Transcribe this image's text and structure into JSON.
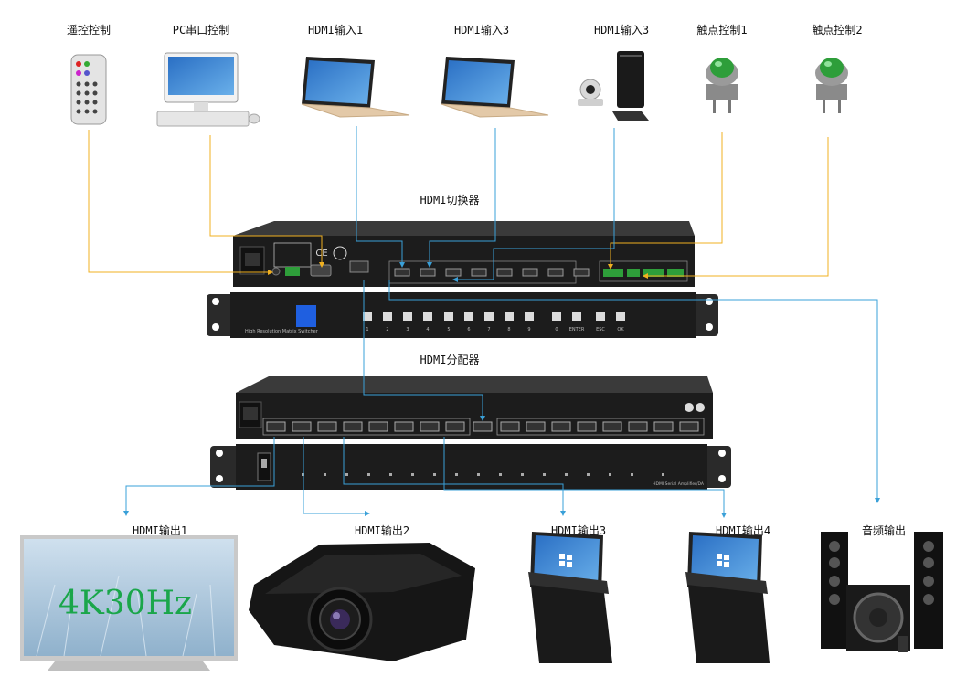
{
  "inputs": {
    "remote": "遥控控制",
    "pc_serial": "PC串口控制",
    "hdmi_in_1": "HDMI输入1",
    "hdmi_in_3a": "HDMI输入3",
    "hdmi_in_3b": "HDMI输入3",
    "contact_1": "触点控制1",
    "contact_2": "触点控制2"
  },
  "devices": {
    "switcher": "HDMI切换器",
    "splitter": "HDMI分配器",
    "switcher_panel_text": "High Resolution Matrix Switcher",
    "switcher_buttons": [
      "1",
      "2",
      "3",
      "4",
      "5",
      "6",
      "7",
      "8",
      "9",
      "0",
      "ENTER",
      "ESC",
      "OK"
    ],
    "splitter_panel_text": "HDMI Serial Amplifier/DA"
  },
  "outputs": {
    "hdmi_out_1": "HDMI输出1",
    "hdmi_out_2": "HDMI输出2",
    "hdmi_out_3": "HDMI输出3",
    "hdmi_out_4": "HDMI输出4",
    "audio_out": "音频输出",
    "tv_text": "4K30Hz"
  },
  "colors": {
    "control_wire": "#f0b020",
    "hdmi_wire": "#3aa0d8",
    "device_body": "#1c1c1c",
    "button_green": "#2e9e3a",
    "led_blue": "#1f5fe0"
  }
}
